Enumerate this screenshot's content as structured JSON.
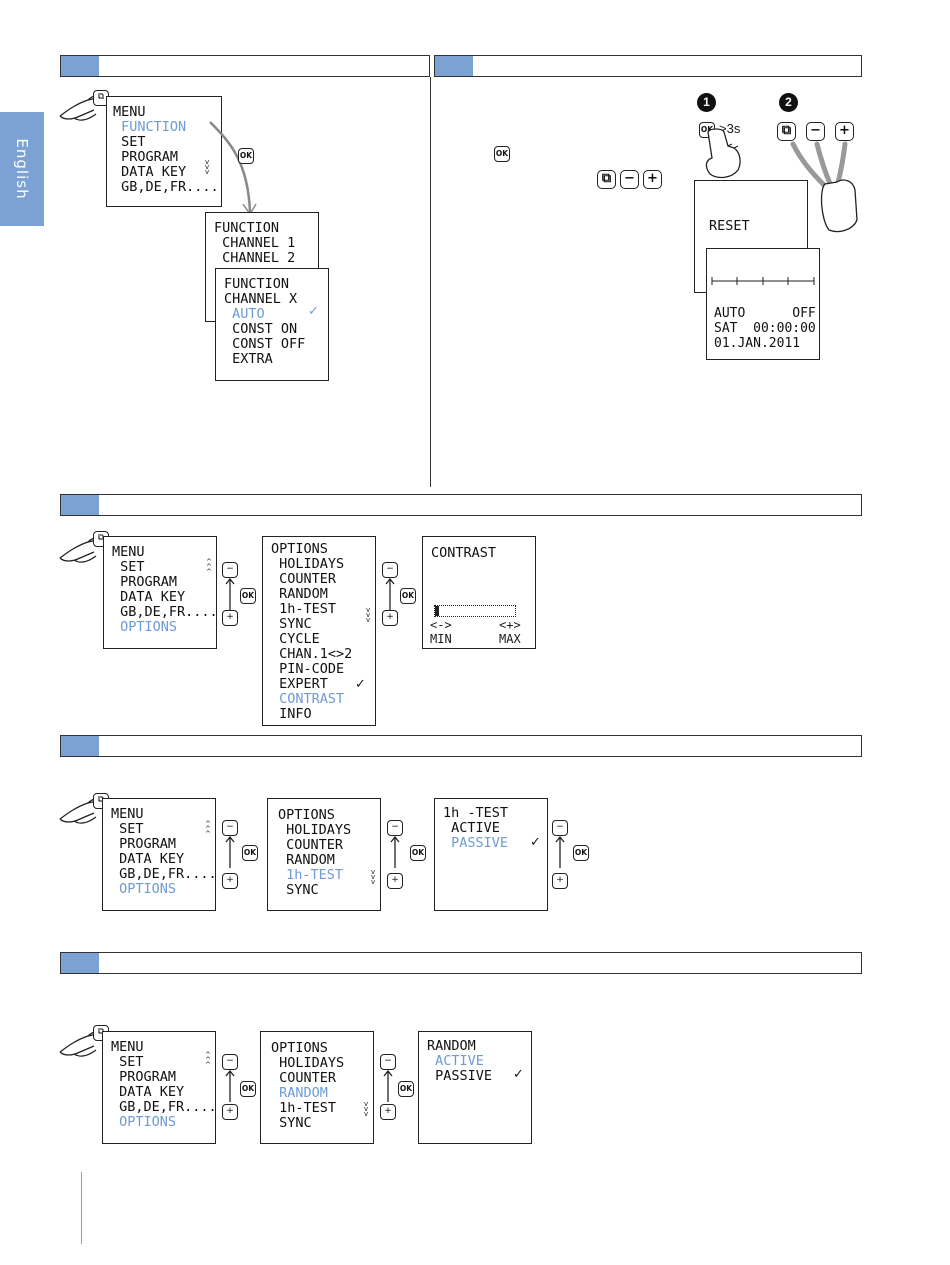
{
  "language_tab": "English",
  "menu_main": [
    "MENU",
    " FUNCTION",
    " SET",
    " PROGRAM",
    " DATA KEY",
    " GB,DE,FR...."
  ],
  "function_channels": [
    "FUNCTION",
    " CHANNEL 1",
    " CHANNEL 2"
  ],
  "function_modes": [
    "FUNCTION",
    "CHANNEL X",
    " AUTO",
    " CONST ON",
    " CONST OFF",
    " EXTRA"
  ],
  "reset_screen": [
    "RESET"
  ],
  "auto_screen": [
    "AUTO      OFF",
    "SAT  00:00:00",
    "01.JAN.2011"
  ],
  "reset_hold": ">3s",
  "step_markers": [
    "1",
    "2"
  ],
  "menu_options": [
    "MENU",
    " SET",
    " PROGRAM",
    " DATA KEY",
    " GB,DE,FR....",
    " OPTIONS"
  ],
  "options_full": [
    "OPTIONS",
    " HOLIDAYS",
    " COUNTER",
    " RANDOM",
    " 1h-TEST",
    " SYNC",
    " CYCLE",
    " CHAN.1<>2",
    " PIN-CODE",
    " EXPERT",
    " CONTRAST",
    " INFO"
  ],
  "contrast_screen": {
    "title": "CONTRAST",
    "minus": "<->",
    "plus": "<+>",
    "min": "MIN",
    "max": "MAX",
    "level": 0.05
  },
  "options_short_test": [
    "OPTIONS",
    " HOLIDAYS",
    " COUNTER",
    " RANDOM",
    " 1h-TEST",
    " SYNC"
  ],
  "test_screen": [
    "1h -TEST",
    " ACTIVE",
    " PASSIVE"
  ],
  "options_short_random": [
    "OPTIONS",
    " HOLIDAYS",
    " COUNTER",
    " RANDOM",
    " 1h-TEST",
    " SYNC"
  ],
  "random_screen": [
    "RANDOM",
    " ACTIVE",
    " PASSIVE"
  ],
  "keys": {
    "ok": "OK",
    "minus": "−",
    "plus": "+",
    "menu": "⧉"
  },
  "check": "✓",
  "colors": {
    "accent": "#7ba2d3",
    "highlight": "#6d9bd4"
  }
}
